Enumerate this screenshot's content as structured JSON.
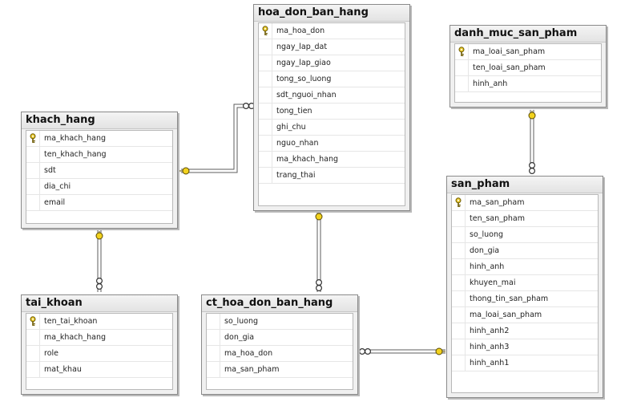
{
  "tables": {
    "hoa_don_ban_hang": {
      "name": "hoa_don_ban_hang",
      "columns": [
        {
          "name": "ma_hoa_don",
          "pk": true
        },
        {
          "name": "ngay_lap_dat",
          "pk": false
        },
        {
          "name": "ngay_lap_giao",
          "pk": false
        },
        {
          "name": "tong_so_luong",
          "pk": false
        },
        {
          "name": "sdt_nguoi_nhan",
          "pk": false
        },
        {
          "name": "tong_tien",
          "pk": false
        },
        {
          "name": "ghi_chu",
          "pk": false
        },
        {
          "name": "nguo_nhan",
          "pk": false
        },
        {
          "name": "ma_khach_hang",
          "pk": false
        },
        {
          "name": "trang_thai",
          "pk": false
        }
      ]
    },
    "danh_muc_san_pham": {
      "name": "danh_muc_san_pham",
      "columns": [
        {
          "name": "ma_loai_san_pham",
          "pk": true
        },
        {
          "name": "ten_loai_san_pham",
          "pk": false
        },
        {
          "name": "hinh_anh",
          "pk": false
        }
      ]
    },
    "khach_hang": {
      "name": "khach_hang",
      "columns": [
        {
          "name": "ma_khach_hang",
          "pk": true
        },
        {
          "name": "ten_khach_hang",
          "pk": false
        },
        {
          "name": "sdt",
          "pk": false
        },
        {
          "name": "dia_chi",
          "pk": false
        },
        {
          "name": "email",
          "pk": false
        }
      ]
    },
    "san_pham": {
      "name": "san_pham",
      "columns": [
        {
          "name": "ma_san_pham",
          "pk": true
        },
        {
          "name": "ten_san_pham",
          "pk": false
        },
        {
          "name": "so_luong",
          "pk": false
        },
        {
          "name": "don_gia",
          "pk": false
        },
        {
          "name": "hinh_anh",
          "pk": false
        },
        {
          "name": "khuyen_mai",
          "pk": false
        },
        {
          "name": "thong_tin_san_pham",
          "pk": false
        },
        {
          "name": "ma_loai_san_pham",
          "pk": false
        },
        {
          "name": "hinh_anh2",
          "pk": false
        },
        {
          "name": "hinh_anh3",
          "pk": false
        },
        {
          "name": "hinh_anh1",
          "pk": false
        }
      ]
    },
    "tai_khoan": {
      "name": "tai_khoan",
      "columns": [
        {
          "name": "ten_tai_khoan",
          "pk": true
        },
        {
          "name": "ma_khach_hang",
          "pk": false
        },
        {
          "name": "role",
          "pk": false
        },
        {
          "name": "mat_khau",
          "pk": false
        }
      ]
    },
    "ct_hoa_don_ban_hang": {
      "name": "ct_hoa_don_ban_hang",
      "columns": [
        {
          "name": "so_luong",
          "pk": false
        },
        {
          "name": "don_gia",
          "pk": false
        },
        {
          "name": "ma_hoa_don",
          "pk": false
        },
        {
          "name": "ma_san_pham",
          "pk": false
        }
      ]
    }
  },
  "relationships": [
    {
      "from": "khach_hang",
      "to": "hoa_don_ban_hang",
      "one_end": "khach_hang",
      "many_end": "hoa_don_ban_hang"
    },
    {
      "from": "khach_hang",
      "to": "tai_khoan",
      "one_end": "khach_hang",
      "many_end": "tai_khoan"
    },
    {
      "from": "hoa_don_ban_hang",
      "to": "ct_hoa_don_ban_hang",
      "one_end": "hoa_don_ban_hang",
      "many_end": "ct_hoa_don_ban_hang"
    },
    {
      "from": "san_pham",
      "to": "ct_hoa_don_ban_hang",
      "one_end": "san_pham",
      "many_end": "ct_hoa_don_ban_hang"
    },
    {
      "from": "danh_muc_san_pham",
      "to": "san_pham",
      "one_end": "danh_muc_san_pham",
      "many_end": "san_pham"
    }
  ],
  "colors": {
    "key_icon": "#e8c829",
    "connector": "#5a5a5a",
    "title_bar": "#e6e6e6"
  },
  "icons": {
    "primary_key": "key-icon",
    "one_end": "key-connector-icon",
    "many_end": "infinity-icon"
  }
}
